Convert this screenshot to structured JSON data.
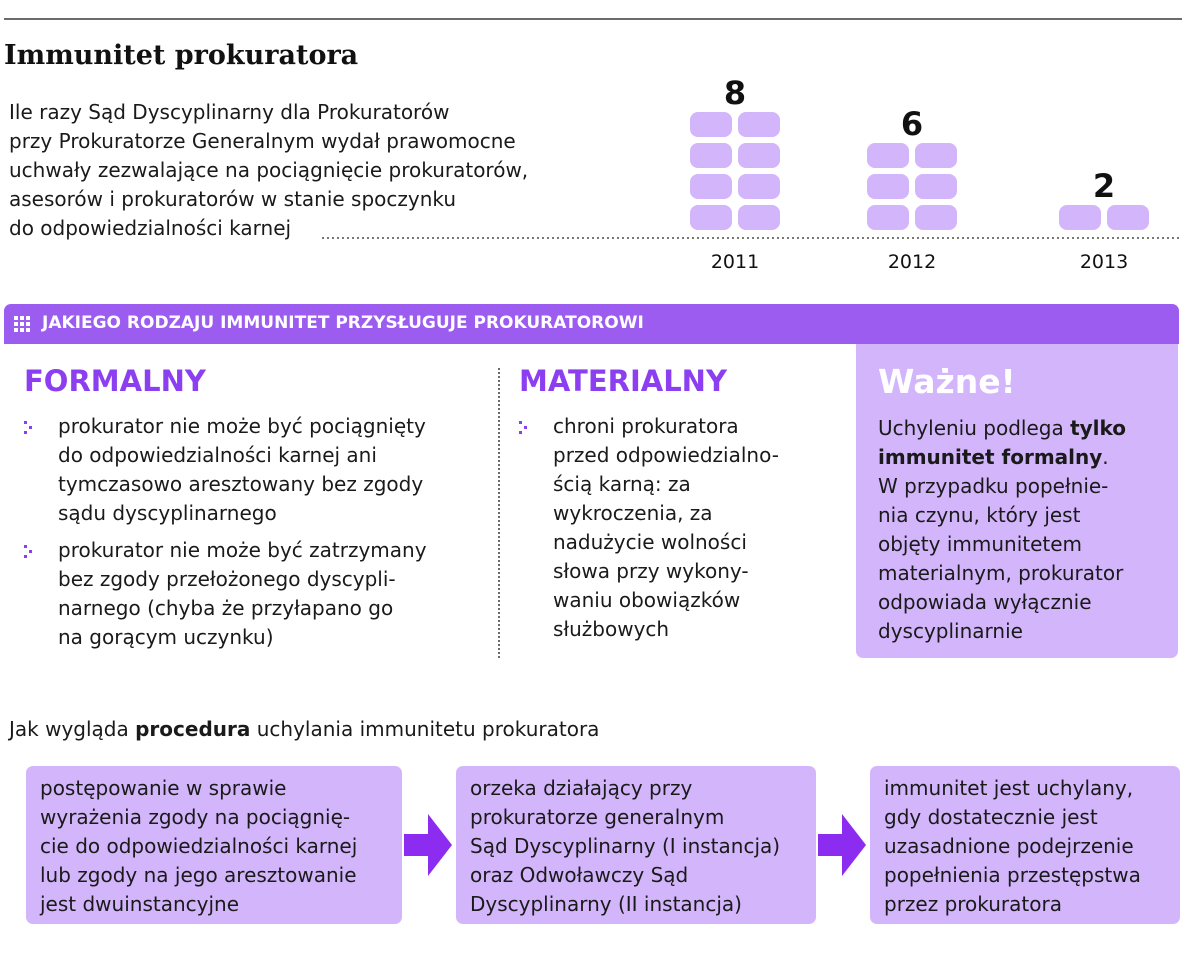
{
  "title": "Immunitet prokuratora",
  "description_lines": [
    "Ile razy Sąd Dyscyplinarny dla Prokuratorów",
    "przy Prokuratorze Generalnym wydał prawomocne",
    "uchwały zezwalające na pociągnięcie prokuratorów,",
    "asesorów i prokuratorów w stanie spoczynku",
    "do odpowiedzialności karnej"
  ],
  "chart_data": {
    "type": "bar",
    "categories": [
      "2011",
      "2012",
      "2013"
    ],
    "values": [
      8,
      6,
      2
    ],
    "unit_style": "stacked-blocks",
    "blocks_per_row": 2,
    "title": "",
    "xlabel": "",
    "ylabel": ""
  },
  "section_header": "JAKIEGO RODZAJU IMMUNITET PRZYSŁUGUJE PROKURATOROWI",
  "formalny": {
    "title": "FORMALNY",
    "items": [
      [
        "prokurator nie może być pociągnięty",
        "do odpowiedzialności karnej ani",
        "tymczasowo aresztowany bez zgody",
        "sądu dyscyplinarnego"
      ],
      [
        "prokurator nie może być zatrzymany",
        "bez zgody przełożonego dyscypli-",
        "narnego (chyba że przyłapano go",
        "na gorącym uczynku)"
      ]
    ]
  },
  "materialny": {
    "title": "MATERIALNY",
    "items": [
      [
        "chroni prokuratora",
        "przed odpowiedzialno-",
        "ścią karną: za",
        "wykroczenia, za",
        "nadużycie wolności",
        "słowa przy wykony-",
        "waniu obowiązków",
        "służbowych"
      ]
    ]
  },
  "wazne": {
    "title": "Ważne!",
    "line1_prefix": "Uchyleniu podlega ",
    "line1_bold": "tylko",
    "line2_bold": "immunitet formalny",
    "line2_suffix": ".",
    "rest_lines": [
      "W przypadku popełnie-",
      "nia czynu, który jest",
      "objęty immunitetem",
      "materialnym, prokurator",
      "odpowiada wyłącznie",
      "dyscyplinarnie"
    ]
  },
  "procedure": {
    "prefix": "Jak wygląda ",
    "bold": "procedura",
    "suffix": " uchylania immunitetu prokuratora",
    "steps": [
      [
        "postępowanie w sprawie",
        "wyrażenia zgody na pociągnię-",
        "cie do odpowiedzialności karnej",
        "lub zgody na jego aresztowanie",
        "jest dwuinstancyjne"
      ],
      [
        "orzeka działający przy",
        "prokuratorze generalnym",
        "Sąd Dyscyplinarny (I instancja)",
        "oraz Odwoławczy Sąd",
        "Dyscyplinarny (II instancja)"
      ],
      [
        "immunitet jest uchylany,",
        "gdy dostatecznie jest",
        "uzasadnione podejrzenie",
        "popełnienia przestępstwa",
        "przez prokuratora"
      ]
    ]
  },
  "colors": {
    "accent": "#8b3ff0",
    "band": "#9d5cf0",
    "block": "#d2b5fb",
    "arrow": "#8b2cf0"
  }
}
